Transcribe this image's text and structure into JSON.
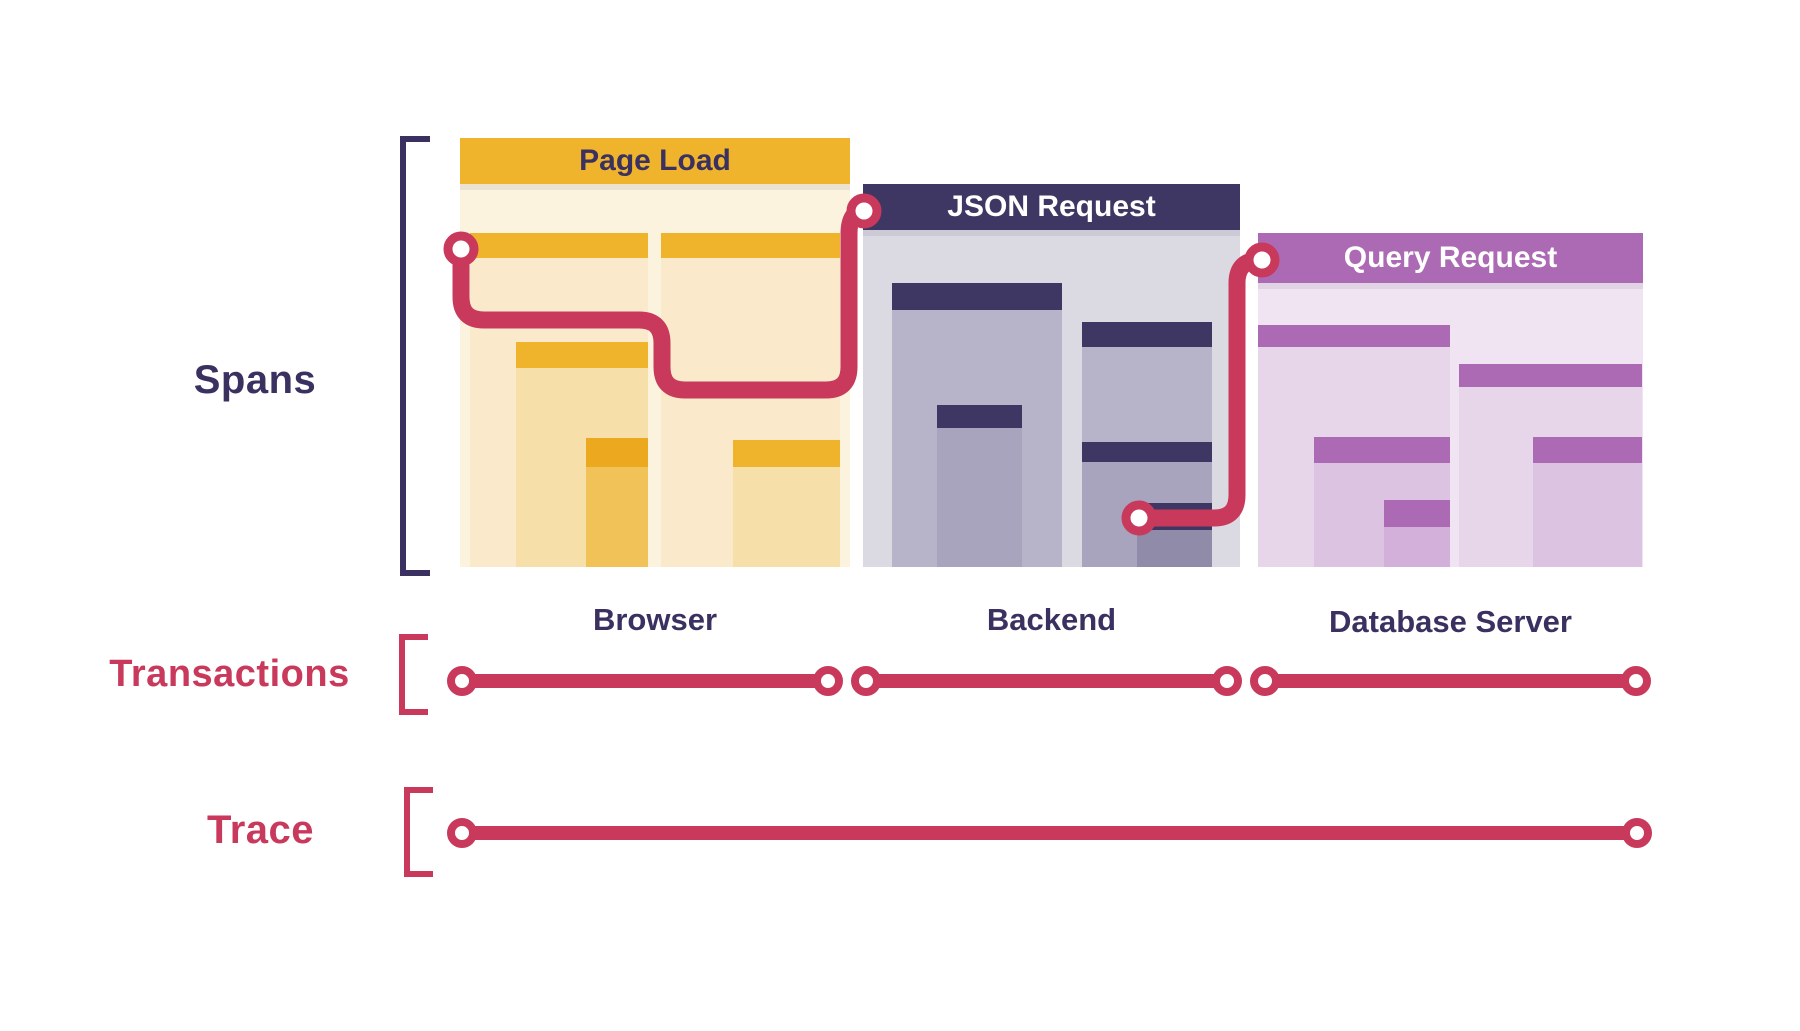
{
  "diagram": {
    "side_labels": {
      "spans": "Spans",
      "transactions": "Transactions",
      "trace": "Trace"
    },
    "services": [
      {
        "id": "browser",
        "transaction_title": "Page Load",
        "service_label": "Browser",
        "theme": "gold"
      },
      {
        "id": "backend",
        "transaction_title": "JSON Request",
        "service_label": "Backend",
        "theme": "navy"
      },
      {
        "id": "database",
        "transaction_title": "Query Request",
        "service_label": "Database Server",
        "theme": "purple"
      }
    ],
    "colors": {
      "gold_accent": "#F0B42C",
      "gold_deep_bar": "#ECA81F",
      "gold_card_bg": "#FCF3DF",
      "navy_accent": "#3E3763",
      "navy_card_bg": "#DBDAE3",
      "purple_accent": "#AD6AB4",
      "purple_card_bg": "#F0E4F2",
      "crimson_line": "#C8395B",
      "label_navy": "#3A3160",
      "header_text_light": "#FFFFFF"
    }
  }
}
